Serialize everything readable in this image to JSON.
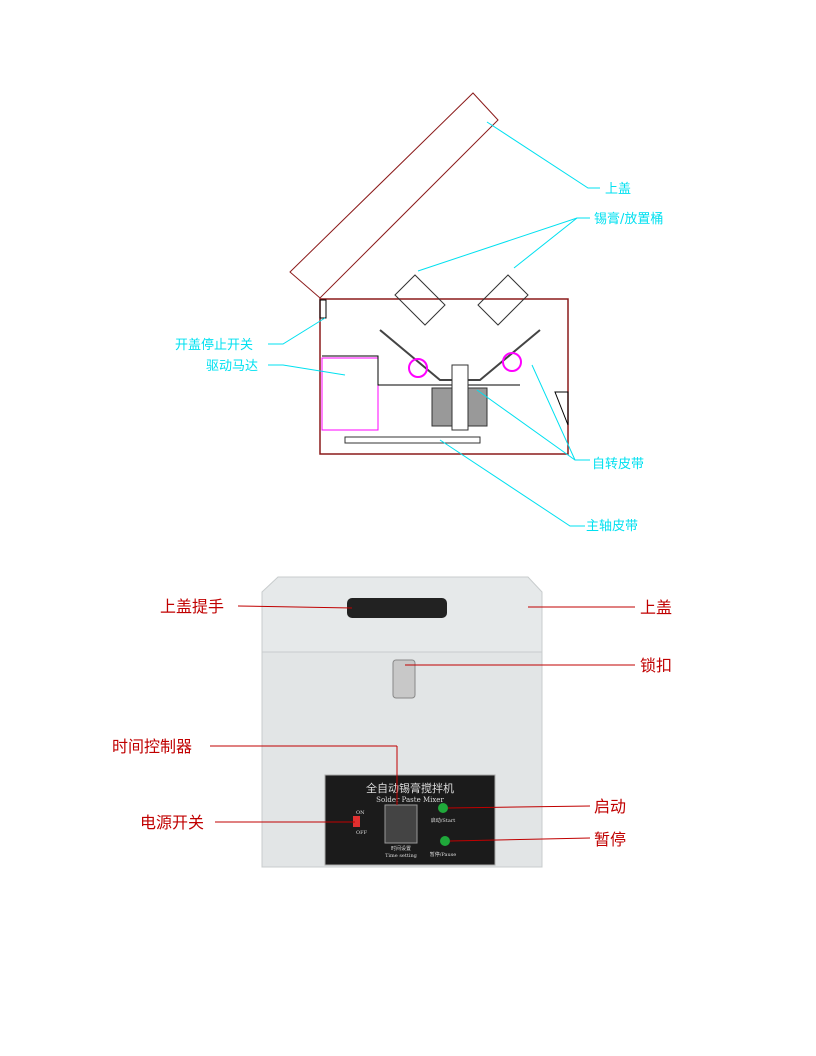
{
  "diagram": {
    "labels": {
      "lid": "上盖",
      "paste_bucket": "锡膏/放置桶",
      "lid_stop_switch": "开盖停止开关",
      "drive_motor": "驱动马达",
      "rotation_belt": "自转皮带",
      "spindle_belt": "主轴皮带"
    },
    "colors": {
      "leader": "#00e0f0",
      "outline": "#8b1a1a",
      "motor": "#ff00ff"
    }
  },
  "photo": {
    "labels": {
      "lid_handle": "上盖提手",
      "lid": "上盖",
      "latch": "锁扣",
      "timer": "时间控制器",
      "power_switch": "电源开关",
      "start": "启动",
      "pause": "暂停"
    },
    "panel": {
      "title_cn": "全自动锡膏搅拌机",
      "title_en": "Solder Paste Mixer",
      "on": "ON",
      "off": "OFF",
      "start": "启动/Start",
      "pause": "暂停/Pause",
      "timer_cn": "时间设置",
      "timer_en": "Time setting"
    },
    "colors": {
      "leader": "#c00000",
      "body": "#e6e9ea",
      "button": "#1fa83a"
    }
  }
}
